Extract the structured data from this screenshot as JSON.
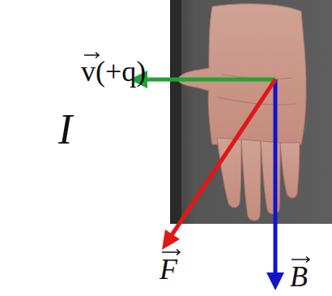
{
  "diagram": {
    "labels": [
      "v(+q)",
      "I",
      "F",
      "B"
    ]
  }
}
